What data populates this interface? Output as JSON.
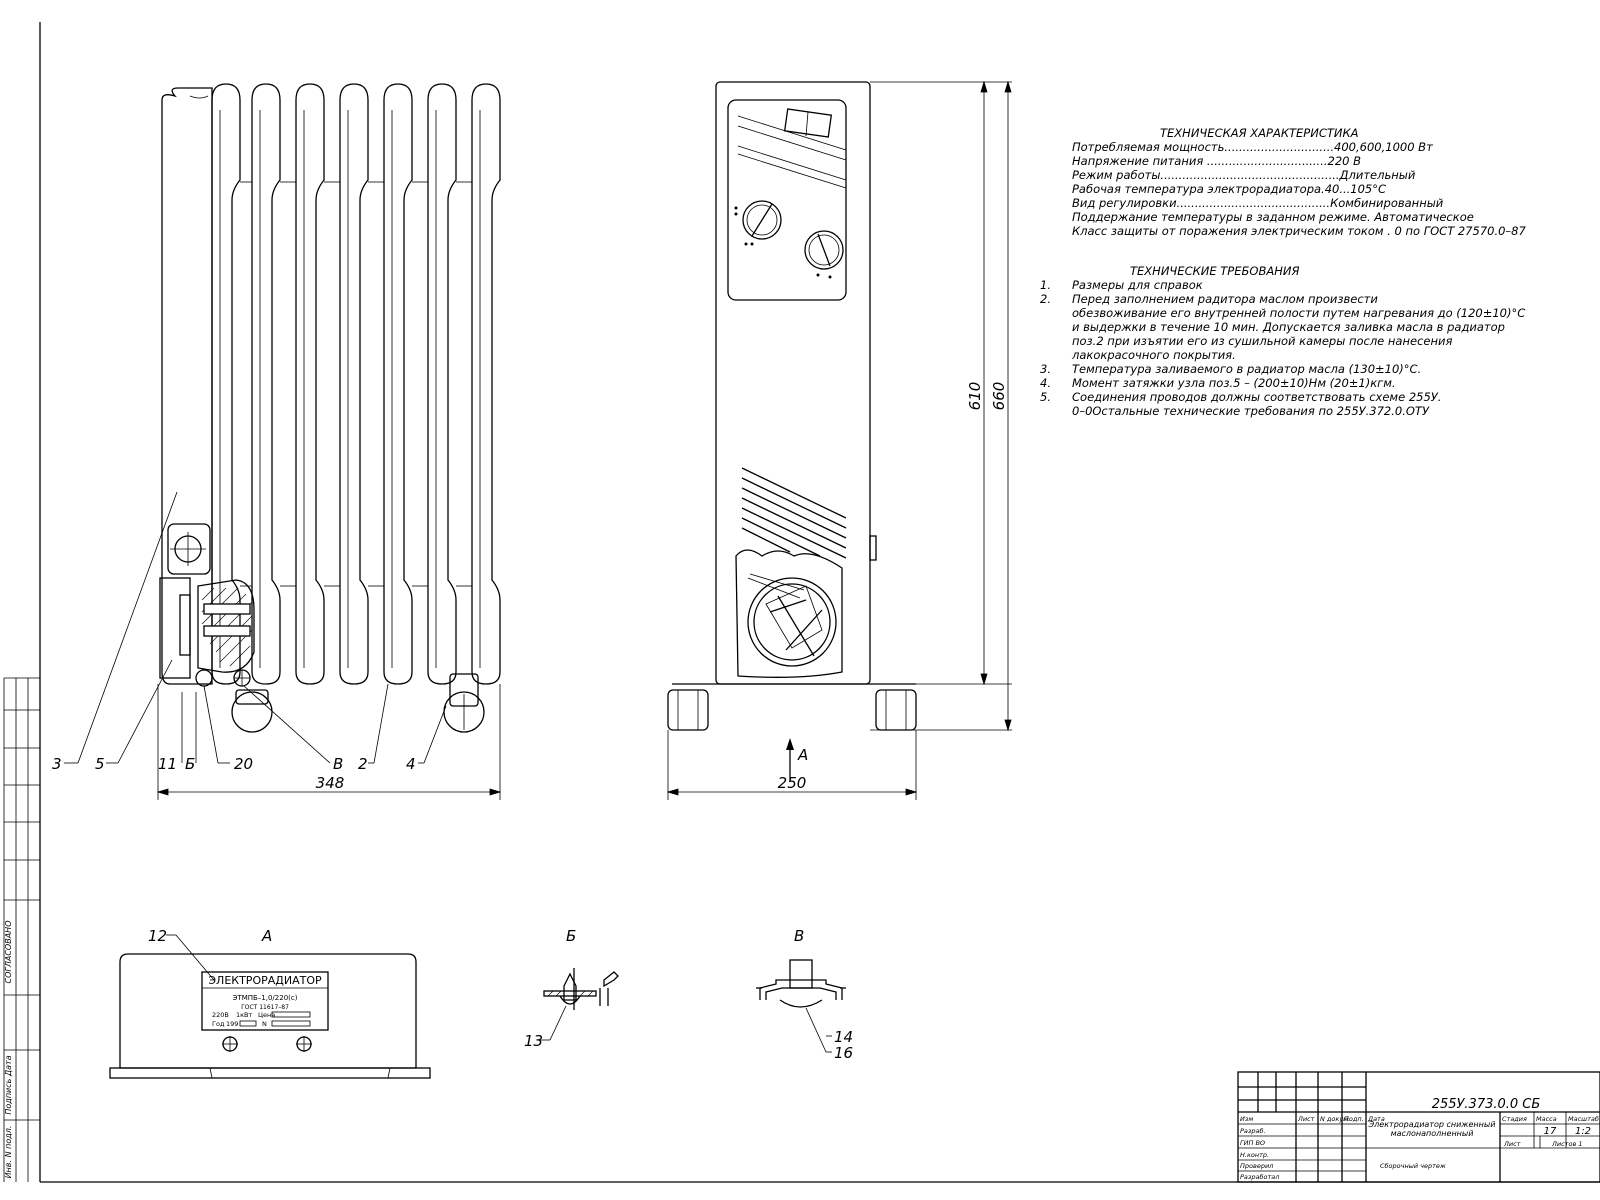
{
  "tech_spec": {
    "title": "ТЕХНИЧЕСКАЯ ХАРАКТЕРИСТИКА",
    "lines": [
      "Потребляемая мощность..............................400,600,1000 Вт",
      "Напряжение питания .................................220 В",
      "Режим работы.................................................Длительный",
      "Рабочая температура электрорадиатора.40...105°С",
      "Вид регулировки..........................................Комбинированный",
      "Поддержание температуры в заданном режиме. Автоматическое",
      "Класс защиты от поражения электрическим током . 0 по ГОСТ 27570.0–87"
    ]
  },
  "tech_req": {
    "title": "ТЕХНИЧЕСКИЕ ТРЕБОВАНИЯ",
    "lines": [
      {
        "n": "1.",
        "t": "Размеры для справок"
      },
      {
        "n": "2.",
        "t": "Перед заполнением радитора маслом произвести"
      },
      {
        "n": "",
        "t": "обезвоживание его внутренней полости путем нагревания до (120±10)°С"
      },
      {
        "n": "",
        "t": "и выдержки в течение 10 мин. Допускается заливка масла в радиатор"
      },
      {
        "n": "",
        "t": "поз.2 при     изъятии его из сушильной камеры после нанесения"
      },
      {
        "n": "",
        "t": "лакокрасочного покрытия."
      },
      {
        "n": "3.",
        "t": "Температура заливаемого в радиатор масла (130±10)°С."
      },
      {
        "n": "4.",
        "t": "Момент затяжки узла поз.5 – (200±10)Нм (20±1)кгм."
      },
      {
        "n": "5.",
        "t": "Соединения проводов должны соответствовать схеме 255У."
      },
      {
        "n": "",
        "t": "0–0Остальные технические требования по 255У.372.0.ОТУ"
      }
    ]
  },
  "dims": {
    "width_side": "348",
    "width_front": "250",
    "height_inner": "610",
    "height_outer": "660"
  },
  "callouts": {
    "c3": "3",
    "c5": "5",
    "c11": "11",
    "cB_cyr": "Б",
    "c20": "20",
    "cV": "В",
    "c2": "2",
    "c4": "4",
    "c12": "12",
    "c13": "13",
    "c14": "14",
    "c16": "16"
  },
  "view_labels": {
    "arrow_a": "А",
    "view_a": "А",
    "view_b": "Б",
    "view_v": "В"
  },
  "nameplate": {
    "title": "ЭЛЕКТРОРАДИАТОР",
    "model": "ЭТМПБ–1,0/220(с)",
    "gost": "ГОСТ 11617–87",
    "volt": "220В",
    "power": "1кВт",
    "price": "Цена",
    "year": "Год",
    "year_val": "199",
    "num": "N"
  },
  "left_margin": {
    "agreed": "СОГЛАСОВАНО",
    "sign_date": "Подпись  Дата",
    "inv": "Инв. N подл."
  },
  "title_block": {
    "code": "255У.373.0.0 СБ",
    "name_line1": "Электрорадиатор сниженный",
    "name_line2": "маслонаполненный",
    "doc_type": "Сборочный чертеж",
    "col_izm": "Изм",
    "col_list": "Лист",
    "col_ndoc": "N докум.",
    "col_podp": "Подп.",
    "col_data": "Дата",
    "roles": [
      "Разраб.",
      "ГИП ВО",
      "Н.контр.",
      "Проверил",
      "Разработал"
    ],
    "stage": "Стадия",
    "mass": "Масса",
    "scale": "Масштаб",
    "mass_val": "17",
    "scale_val": "1:2",
    "sheet": "Лист",
    "sheets": "Листов 1"
  }
}
